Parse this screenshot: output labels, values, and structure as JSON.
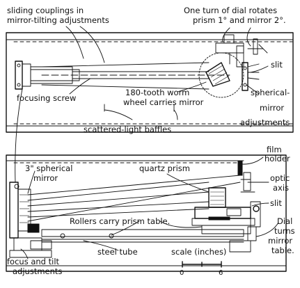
{
  "labels": {
    "sliding_couplings_1": "sliding couplings in",
    "sliding_couplings_2": "mirror-tilting adjustments",
    "dial_rotates_1": "One turn of dial rotates",
    "dial_rotates_2": "prism 1° and mirror 2°.",
    "slit_top": "slit",
    "focusing_screw": "focusing screw",
    "worm_wheel_1": "180-tooth worm",
    "worm_wheel_2": "wheel carries mirror",
    "spherical_mirror_adj_1": "spherical-",
    "spherical_mirror_adj_2": "mirror",
    "spherical_mirror_adj_3": "adjustments",
    "scattered_light_baffles": "scattered-light baffles",
    "three_inch_mirror_1": "3\" spherical",
    "three_inch_mirror_2": "mirror",
    "quartz_prism": "quartz prism",
    "film_holder_1": "film",
    "film_holder_2": "holder",
    "optic_axis_1": "optic",
    "optic_axis_2": "axis",
    "slit_bottom": "slit",
    "rollers": "Rollers carry prism table.",
    "dial_turns_1": "Dial",
    "dial_turns_2": "turns",
    "dial_turns_3": "mirror",
    "dial_turns_4": "table.",
    "focus_tilt_1": "focus and tilt",
    "focus_tilt_2": "adjustments",
    "steel_tube": "steel tube",
    "scale_title": "scale (inches)",
    "scale_zero": "0",
    "scale_six": "6"
  }
}
